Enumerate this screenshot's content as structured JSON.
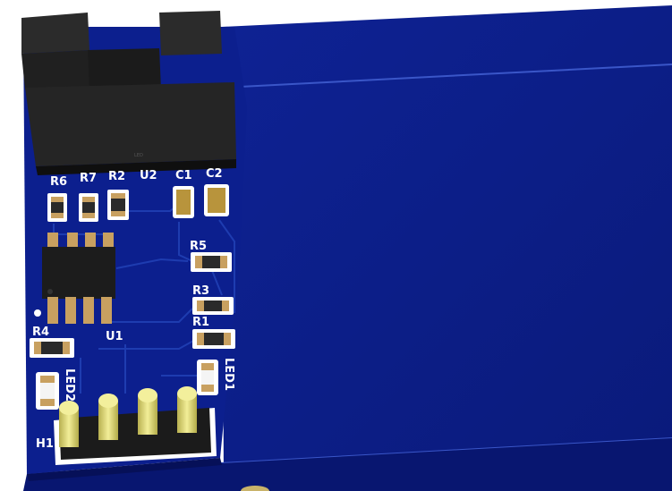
{
  "labels": {
    "r6": "R6",
    "r7": "R7",
    "r2": "R2",
    "u2": "U2",
    "c1": "C1",
    "c2": "C2",
    "r5": "R5",
    "r3": "R3",
    "r1": "R1",
    "r4": "R4",
    "u1": "U1",
    "led1": "LED1",
    "led2": "LED2",
    "h1": "H1"
  },
  "colors": {
    "board": "#0a1c8a",
    "board_side": "#061058",
    "silkscreen": "#ffffff",
    "sensor_body": "#2a2a2a",
    "pins": "#e8e27a",
    "pad": "#c8a060"
  }
}
